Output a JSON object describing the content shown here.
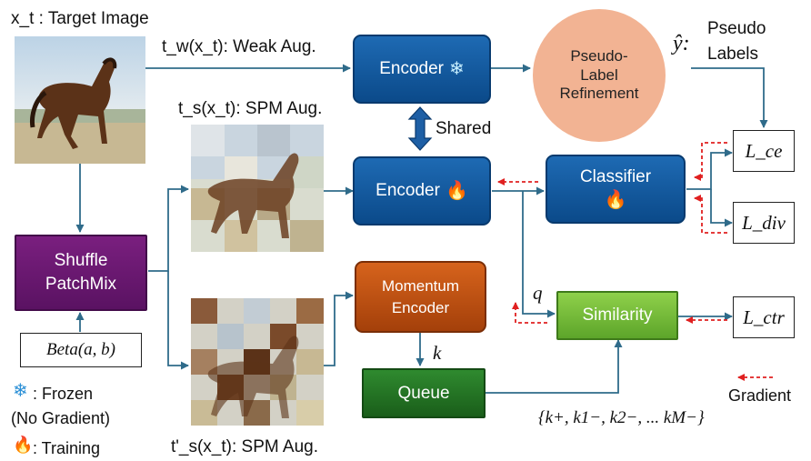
{
  "labels": {
    "target_label": "x_t : Target Image",
    "weak_aug": "t_w(x_t): Weak Aug.",
    "spm_aug": "t_s(x_t): SPM Aug.",
    "spm_aug2": "t'_s(x_t): SPM Aug.",
    "pseudo_labels_line1": "Pseudo",
    "pseudo_labels_line2": "Labels",
    "y_hat": "ŷ:",
    "shared": "Shared",
    "q": "q",
    "k": "k",
    "keys": "{k+, k1−, k2−, ... kM−}",
    "gradient": "Gradient",
    "frozen_line1": ": Frozen",
    "frozen_line2": "(No Gradient)",
    "training": ": Training"
  },
  "boxes": {
    "encoder_frozen": "Encoder",
    "encoder_train": "Encoder",
    "classifier": "Classifier",
    "momentum_line1": "Momentum",
    "momentum_line2": "Encoder",
    "queue": "Queue",
    "similarity": "Similarity",
    "shuffle_line1": "Shuffle",
    "shuffle_line2": "PatchMix",
    "beta": "Beta(a, b)",
    "refine_line1": "Pseudo-",
    "refine_line2": "Label",
    "refine_line3": "Refinement"
  },
  "losses": {
    "ce": "L_ce",
    "div": "L_div",
    "ctr": "L_ctr"
  },
  "icons": {
    "frozen": "snowflake-icon",
    "training": "flame-icon"
  },
  "colors": {
    "encoder": "#0b4a8a",
    "momentum": "#c05216",
    "queue": "#1e6b1e",
    "similarity": "#7cc23e",
    "shuffle": "#6a1670",
    "refinement": "#f2b393",
    "arrow": "#2f6b8a",
    "gradient": "#e02020"
  }
}
